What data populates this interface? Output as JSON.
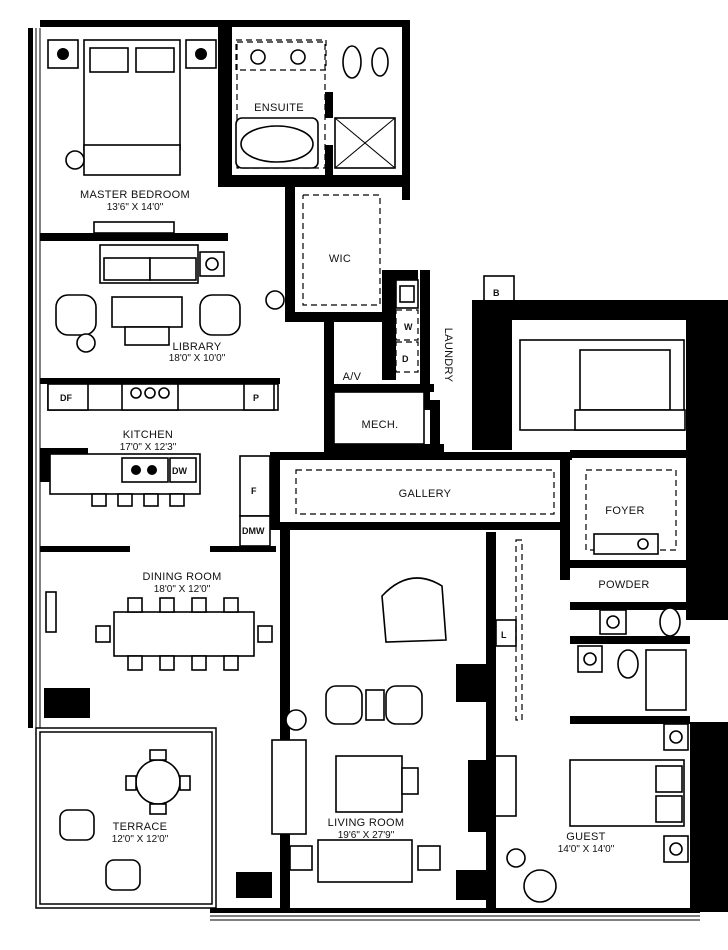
{
  "rooms": {
    "master_bedroom": {
      "name": "MASTER BEDROOM",
      "dims": "13'6\" X 14'0\""
    },
    "ensuite": {
      "name": "ENSUITE"
    },
    "wic": {
      "name": "WIC"
    },
    "library": {
      "name": "LIBRARY",
      "dims": "18'0\" X 10'0\""
    },
    "laundry": {
      "name": "LAUNDRY"
    },
    "kitchen": {
      "name": "KITCHEN",
      "dims": "17'0\" X 12'3\""
    },
    "mech": {
      "name": "MECH."
    },
    "av": {
      "name": "A/V"
    },
    "gallery": {
      "name": "GALLERY"
    },
    "foyer": {
      "name": "FOYER"
    },
    "powder": {
      "name": "POWDER"
    },
    "dining_room": {
      "name": "DINING ROOM",
      "dims": "18'0\" X 12'0\""
    },
    "terrace": {
      "name": "TERRACE",
      "dims": "12'0\" X 12'0\""
    },
    "living_room": {
      "name": "LIVING ROOM",
      "dims": "19'6\" X 27'9\""
    },
    "guest": {
      "name": "GUEST",
      "dims": "14'0\" X 14'0\""
    }
  },
  "fixtures": {
    "dishwasher_kitchen": "DW",
    "dishwasher_side": "DMW",
    "fridge": "F",
    "pantry": "P",
    "double_fridge": "DF",
    "washer": "W",
    "dryer": "D",
    "boiler": "B",
    "linen": "L"
  }
}
